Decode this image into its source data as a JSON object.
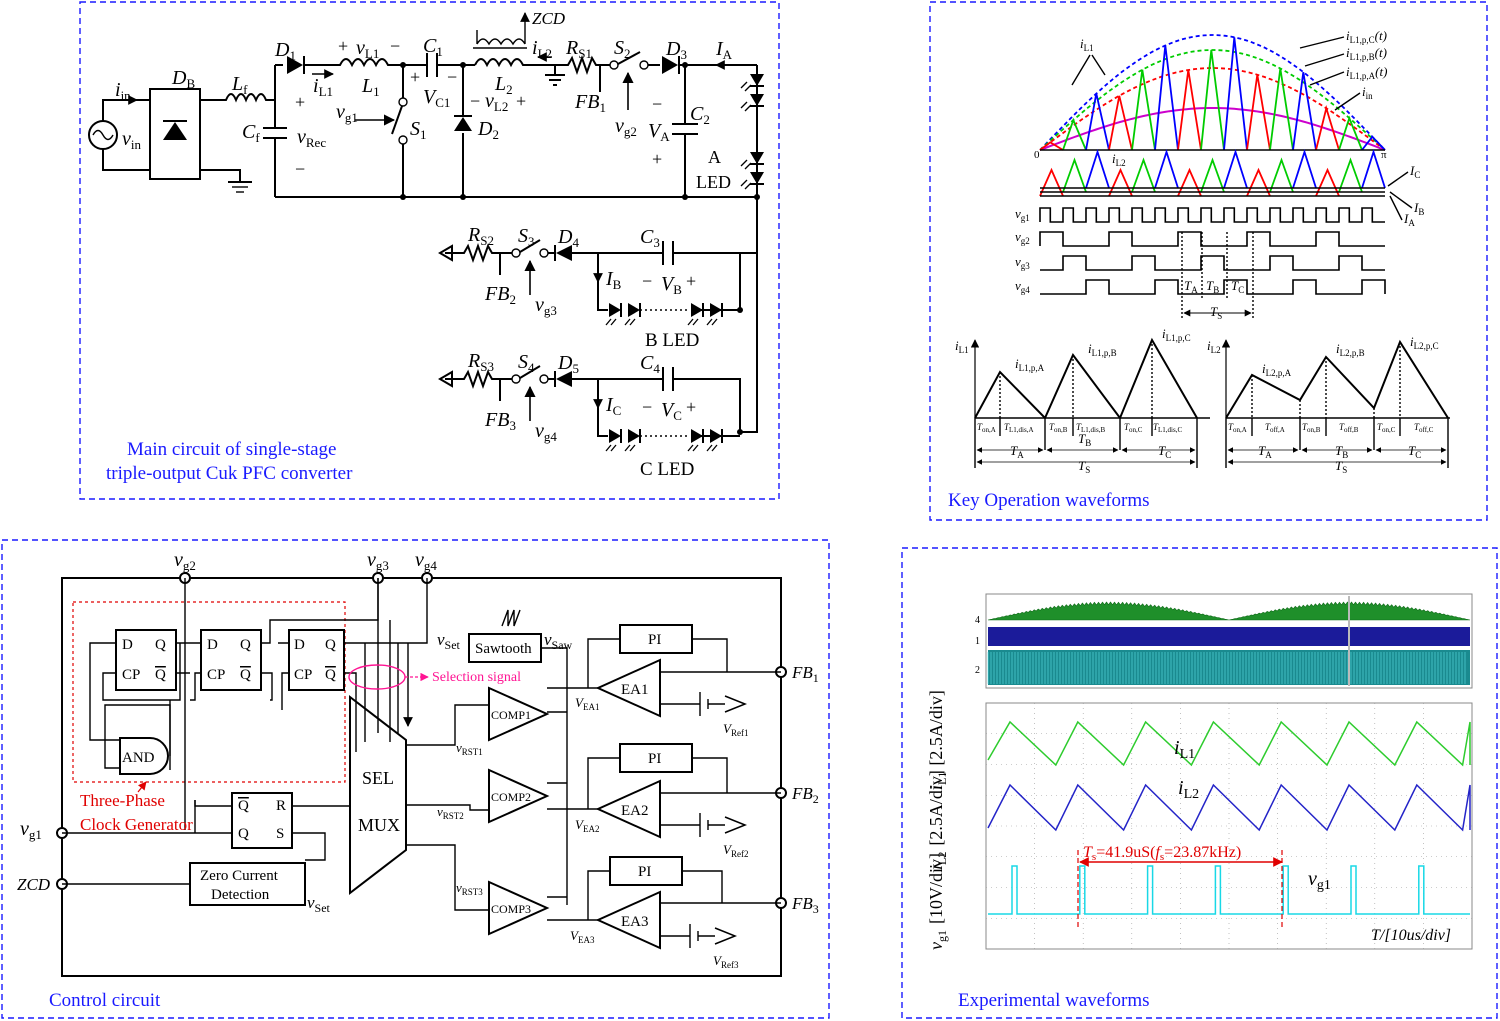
{
  "panels": {
    "main": {
      "caption_line1": "Main circuit of single-stage",
      "caption_line2": "triple-output Cuk PFC converter"
    },
    "waveforms": {
      "caption": "Key Operation waveforms"
    },
    "control": {
      "caption": "Control circuit"
    },
    "experimental": {
      "caption": "Experimental waveforms"
    }
  },
  "main_circuit": {
    "labels": {
      "iin": "i",
      "iin_sub": "in",
      "vin": "v",
      "vin_sub": "in",
      "db": "D",
      "db_sub": "B",
      "lf": "L",
      "lf_sub": "f",
      "cf": "C",
      "cf_sub": "f",
      "vrec": "v",
      "vrec_sub": "Rec",
      "d1": "D",
      "d1_sub": "1",
      "il1": "i",
      "il1_sub": "L1",
      "vl1": "v",
      "vl1_sub": "L1",
      "l1": "L",
      "l1_sub": "1",
      "c1": "C",
      "c1_sub": "1",
      "vc1": "V",
      "vc1_sub": "C1",
      "l2": "L",
      "l2_sub": "2",
      "vl2": "v",
      "vl2_sub": "L2",
      "il2": "i",
      "il2_sub": "L2",
      "zcd": "ZCD",
      "rs1": "R",
      "rs1_sub": "S1",
      "s1": "S",
      "s1_sub": "1",
      "s2": "S",
      "s2_sub": "2",
      "d2": "D",
      "d2_sub": "2",
      "d3": "D",
      "d3_sub": "3",
      "fb1": "FB",
      "fb1_sub": "1",
      "vg1": "v",
      "vg1_sub": "g1",
      "vg2": "v",
      "vg2_sub": "g2",
      "va": "V",
      "va_sub": "A",
      "c2": "C",
      "c2_sub": "2",
      "ia": "I",
      "ia_sub": "A",
      "a_led_1": "A",
      "a_led_2": "LED",
      "rs2": "R",
      "rs2_sub": "S2",
      "s3": "S",
      "s3_sub": "3",
      "d4": "D",
      "d4_sub": "4",
      "c3": "C",
      "c3_sub": "3",
      "fb2": "FB",
      "fb2_sub": "2",
      "vg3": "v",
      "vg3_sub": "g3",
      "ib": "I",
      "ib_sub": "B",
      "vb": "V",
      "vb_sub": "B",
      "b_led": "B LED",
      "rs3": "R",
      "rs3_sub": "S3",
      "s4": "S",
      "s4_sub": "4",
      "d5": "D",
      "d5_sub": "5",
      "c4": "C",
      "c4_sub": "4",
      "fb3": "FB",
      "fb3_sub": "3",
      "vg4": "v",
      "vg4_sub": "g4",
      "ic": "I",
      "ic_sub": "C",
      "vc": "V",
      "vc_sub": "C",
      "c_led": "C LED"
    }
  },
  "key_waveforms": {
    "labels": {
      "il1pc": "i",
      "il1pc_sub": "L1,p,C",
      "il1pc_t": "(t)",
      "il1pb": "i",
      "il1pb_sub": "L1,p,B",
      "il1pb_t": "(t)",
      "il1pa": "i",
      "il1pa_sub": "L1,p,A",
      "il1pa_t": "(t)",
      "iin": "i",
      "iin_sub": "in",
      "il1": "i",
      "il1_sub": "L1",
      "il2": "i",
      "il2_sub": "L2",
      "zero": "0",
      "pi": "π",
      "ic": "I",
      "ic_sub": "C",
      "ib": "I",
      "ib_sub": "B",
      "ia": "I",
      "ia_sub": "A",
      "vg1": "v",
      "vg1_sub": "g1",
      "vg2": "v",
      "vg2_sub": "g2",
      "vg3": "v",
      "vg3_sub": "g3",
      "vg4": "v",
      "vg4_sub": "g4",
      "ta": "T",
      "ta_sub": "A",
      "tb": "T",
      "tb_sub": "B",
      "tc": "T",
      "tc_sub": "C",
      "ts": "T",
      "ts_sub": "S",
      "left_axis": "i",
      "left_axis_sub": "L1",
      "left_pa": "i",
      "left_pa_sub": "L1,p,A",
      "left_pb": "i",
      "left_pb_sub": "L1,p,B",
      "left_pc": "i",
      "left_pc_sub": "L1,p,C",
      "right_axis": "i",
      "right_axis_sub": "L2",
      "right_pa": "i",
      "right_pa_sub": "L2,p,A",
      "right_pb": "i",
      "right_pb_sub": "L2,p,B",
      "right_pc": "i",
      "right_pc_sub": "L2,p,C",
      "ton_a": "T",
      "ton_a_sub": "on,A",
      "tdis_a": "T",
      "tdis_a_sub": "L1,dis,A",
      "ton_b": "T",
      "ton_b_sub": "on,B",
      "tdis_b": "T",
      "tdis_b_sub": "L1,dis,B",
      "ton_c": "T",
      "ton_c_sub": "on,C",
      "tdis_c": "T",
      "tdis_c_sub": "L1,dis,C",
      "toff_a": "T",
      "toff_a_sub": "off,A",
      "toff_b": "T",
      "toff_b_sub": "off,B",
      "toff_c": "T",
      "toff_c_sub": "off,C"
    },
    "colors": {
      "A": "#ff0000",
      "B": "#00cc00",
      "C": "#0000ff",
      "iin": "#cc00cc"
    }
  },
  "control_circuit": {
    "labels": {
      "vg2": "v",
      "vg2_sub": "g2",
      "vg3": "v",
      "vg3_sub": "g3",
      "vg4": "v",
      "vg4_sub": "g4",
      "vg1": "v",
      "vg1_sub": "g1",
      "zcd": "ZCD",
      "d": "D",
      "q": "Q",
      "cp": "CP",
      "qbar": "Q",
      "and": "AND",
      "clock_gen_1": "Three-Phase",
      "clock_gen_2": "Clock Generator",
      "selection": "Selection signal",
      "vset": "v",
      "vset_sub": "Set",
      "sawtooth": "Sawtooth",
      "vsaw": "v",
      "vsaw_sub": "Saw",
      "pi": "PI",
      "comp1": "COMP1",
      "comp2": "COMP2",
      "comp3": "COMP3",
      "ea1": "EA1",
      "ea2": "EA2",
      "ea3": "EA3",
      "vea1": "V",
      "vea1_sub": "EA1",
      "vea2": "V",
      "vea2_sub": "EA2",
      "vea3": "V",
      "vea3_sub": "EA3",
      "vrst1": "v",
      "vrst1_sub": "RST1",
      "vrst2": "v",
      "vrst2_sub": "RST2",
      "vrst3": "v",
      "vrst3_sub": "RST3",
      "vref1": "V",
      "vref1_sub": "Ref1",
      "vref2": "V",
      "vref2_sub": "Ref2",
      "vref3": "V",
      "vref3_sub": "Ref3",
      "fb1": "FB",
      "fb1_sub": "1",
      "fb2": "FB",
      "fb2_sub": "2",
      "fb3": "FB",
      "fb3_sub": "3",
      "sel": "SEL",
      "mux": "MUX",
      "sr_r": "R",
      "sr_s": "S",
      "sr_q": "Q",
      "sr_qbar": "Q",
      "zc_1": "Zero Current",
      "zc_2": "Detection",
      "vset2": "v",
      "vset2_sub": "Set"
    }
  },
  "experimental": {
    "labels": {
      "ch4": "4",
      "ch1": "1",
      "ch2": "2",
      "il1": "i",
      "il1_sub": "L1",
      "il2": "i",
      "il2_sub": "L2",
      "il1_axis": "i",
      "il1_axis_sub": "L1",
      "il1_axis_scale": "[2.5A/div]",
      "il2_axis": "i",
      "il2_axis_sub": "L2",
      "il2_axis_scale": "[2.5A/div]",
      "vg1_axis": "v",
      "vg1_axis_sub": "g1",
      "vg1_axis_scale": "[10V/div]",
      "ts_note": "T",
      "ts_note_sub": "s",
      "ts_note_mid": "=41.9uS(",
      "ts_note_f": "f",
      "ts_note_f_sub": "s",
      "ts_note_end": "=23.87kHz)",
      "vg1": "v",
      "vg1_sub": "g1",
      "time_axis": "T/[10us/div]"
    }
  }
}
